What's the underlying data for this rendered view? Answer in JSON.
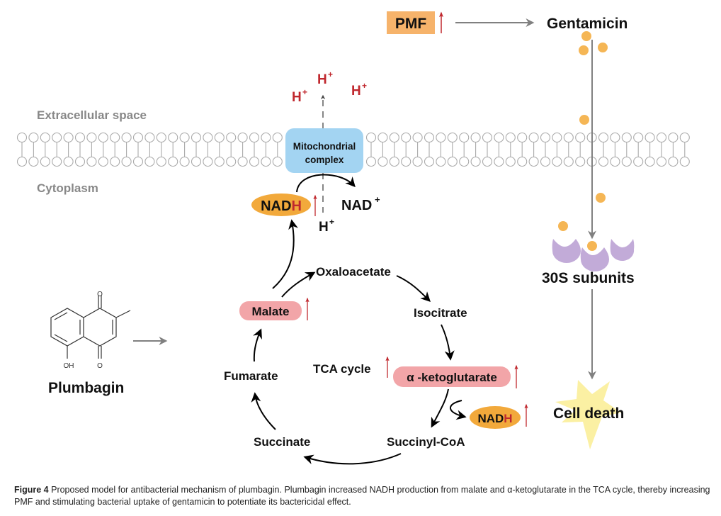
{
  "colors": {
    "membrane": "#aaaaaa",
    "complex_fill": "#a3d4f2",
    "pmf_fill": "#f6b36b",
    "nadh_fill": "#f2a93b",
    "pink_fill": "#f2a5a8",
    "red": "#c0282e",
    "gray_arrow": "#808080",
    "drug_dot": "#f5b655",
    "ribosome": "#c2abd8",
    "star": "#fbf0a3",
    "region_label": "#888888"
  },
  "regions": {
    "extracellular": "Extracellular space",
    "cytoplasm": "Cytoplasm"
  },
  "complex": {
    "line1": "Mitochondrial",
    "line2": "complex"
  },
  "protons": {
    "symbol": "H",
    "charge": "+"
  },
  "nadh": {
    "prefix": "NAD",
    "suffix": "H"
  },
  "nad_plus": {
    "text": "NAD",
    "charge": "+"
  },
  "pmf": {
    "label": "PMF"
  },
  "gentamicin": {
    "label": "Gentamicin"
  },
  "ribosome": {
    "label": "30S subunits"
  },
  "cell_death": {
    "label": "Cell death"
  },
  "plumbagin": {
    "label": "Plumbagin",
    "oh": "OH",
    "o": "O"
  },
  "tca": {
    "label": "TCA cycle",
    "nodes": {
      "oxaloacetate": "Oxaloacetate",
      "isocitrate": "Isocitrate",
      "akg": "α -ketoglutarate",
      "succinyl_coa": "Succinyl-CoA",
      "succinate": "Succinate",
      "fumarate": "Fumarate",
      "malate": "Malate"
    }
  },
  "caption": {
    "figure_label": "Figure 4",
    "text": "Proposed model for antibacterial mechanism of plumbagin. Plumbagin increased NADH production from malate and α-ketoglutarate in the TCA cycle, thereby increasing PMF and stimulating bacterial uptake of gentamicin to potentiate its bactericidal effect."
  }
}
